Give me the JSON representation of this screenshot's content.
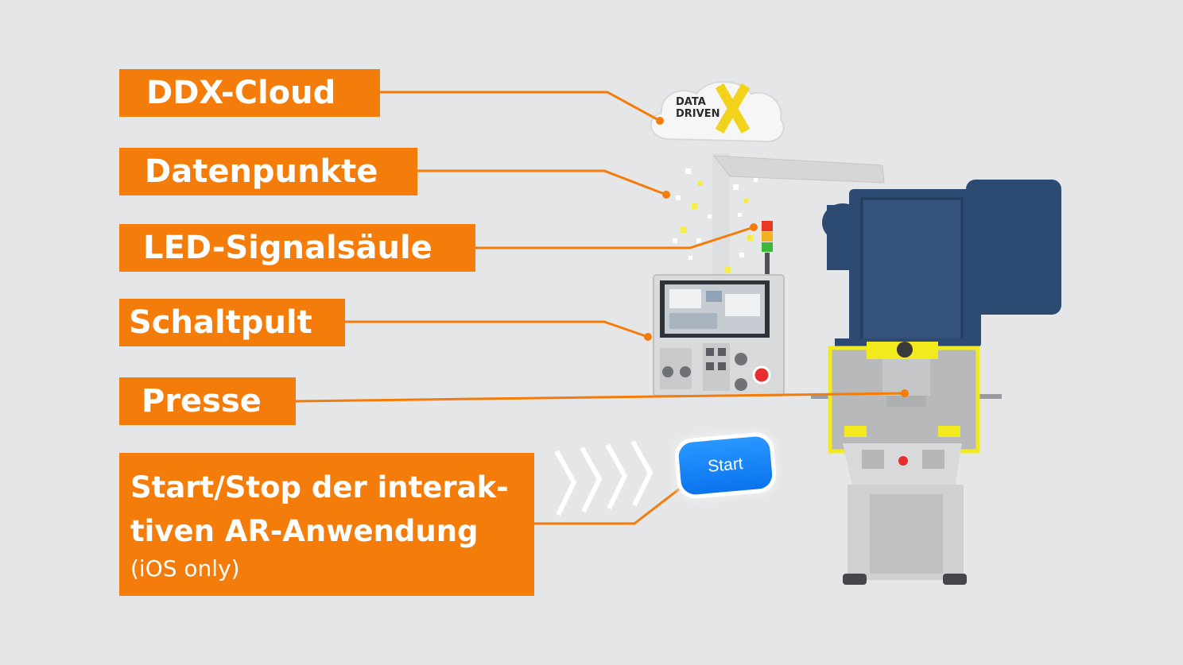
{
  "labels": {
    "ddx_cloud": "DDX-Cloud",
    "datenpunkte": "Datenpunkte",
    "led_signalsaeule": "LED-Signalsäule",
    "schaltpult": "Schaltpult",
    "presse": "Presse",
    "start_stop_line1": "Start/Stop der interak-",
    "start_stop_line2": "tiven AR-Anwendung",
    "start_stop_sub": "(iOS only)"
  },
  "cloud_logo": {
    "line1": "DATA",
    "line2": "DRIVEN",
    "mark": "X"
  },
  "start_button": {
    "label": "Start"
  },
  "colors": {
    "background": "#e5e6e8",
    "accent_orange": "#f47c0a",
    "press_blue": "#2d4a72",
    "safety_yellow": "#f2ea1c",
    "start_blue": "#1a82f5"
  },
  "icons": [
    "chevron-right-icon",
    "cloud-icon",
    "signal-tower-icon",
    "control-panel-icon",
    "press-machine-icon"
  ]
}
